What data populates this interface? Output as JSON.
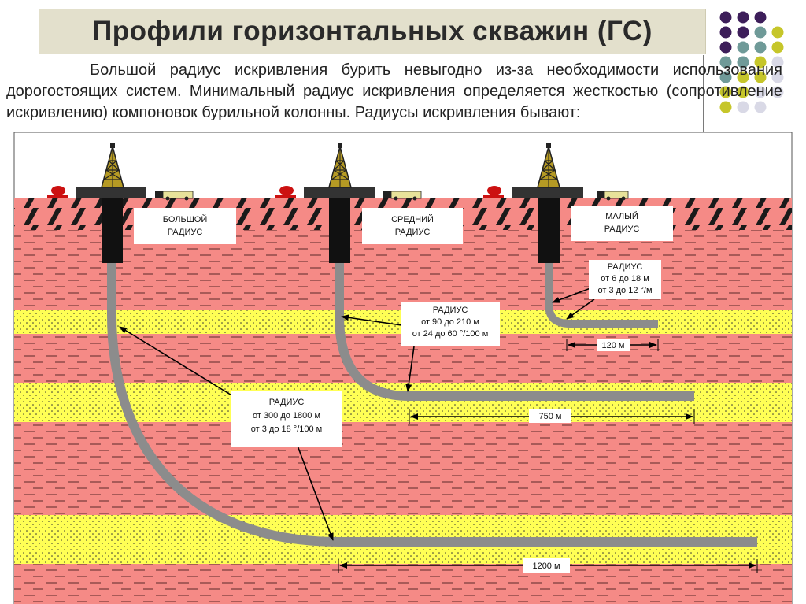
{
  "title": "Профили горизонтальных скважин (ГС)",
  "paragraph": "Большой радиус искривления бурить невыгодно из-за необходимости использования дорогостоящих систем. Минимальный радиус искривления определяется жесткостью (сопротивление искривлению) компоновок бурильной колонны. Радиусы искривления бывают:",
  "colors": {
    "title_bg": "#e3e0cc",
    "rock": "#f58a86",
    "reservoir": "#ffff55",
    "pipe": "#8c8c8c",
    "dot_purple": "#3d1e5a",
    "dot_teal": "#6f9a98",
    "dot_olive": "#c6c62a",
    "dot_light": "#d9d9e6"
  },
  "wells": [
    {
      "name_line1": "БОЛЬШОЙ",
      "name_line2": "РАДИУС",
      "radius_heading": "РАДИУС",
      "radius_m": "от 300 до 1800 м",
      "radius_deg": "от 3 до 18 °/100 м",
      "length": "1200 м"
    },
    {
      "name_line1": "СРЕДНИЙ",
      "name_line2": "РАДИУС",
      "radius_heading": "РАДИУС",
      "radius_m": "от 90 до 210 м",
      "radius_deg": "от 24 до 60 °/100 м",
      "length": "750 м"
    },
    {
      "name_line1": "МАЛЫЙ",
      "name_line2": "РАДИУС",
      "radius_heading": "РАДИУС",
      "radius_m": "от 6 до 18 м",
      "radius_deg": "от 3 до 12 °/м",
      "length": "120 м"
    }
  ],
  "icons": [
    "drilling-rig-icon",
    "truck-icon",
    "pump-icon",
    "dot-grid-decoration"
  ]
}
